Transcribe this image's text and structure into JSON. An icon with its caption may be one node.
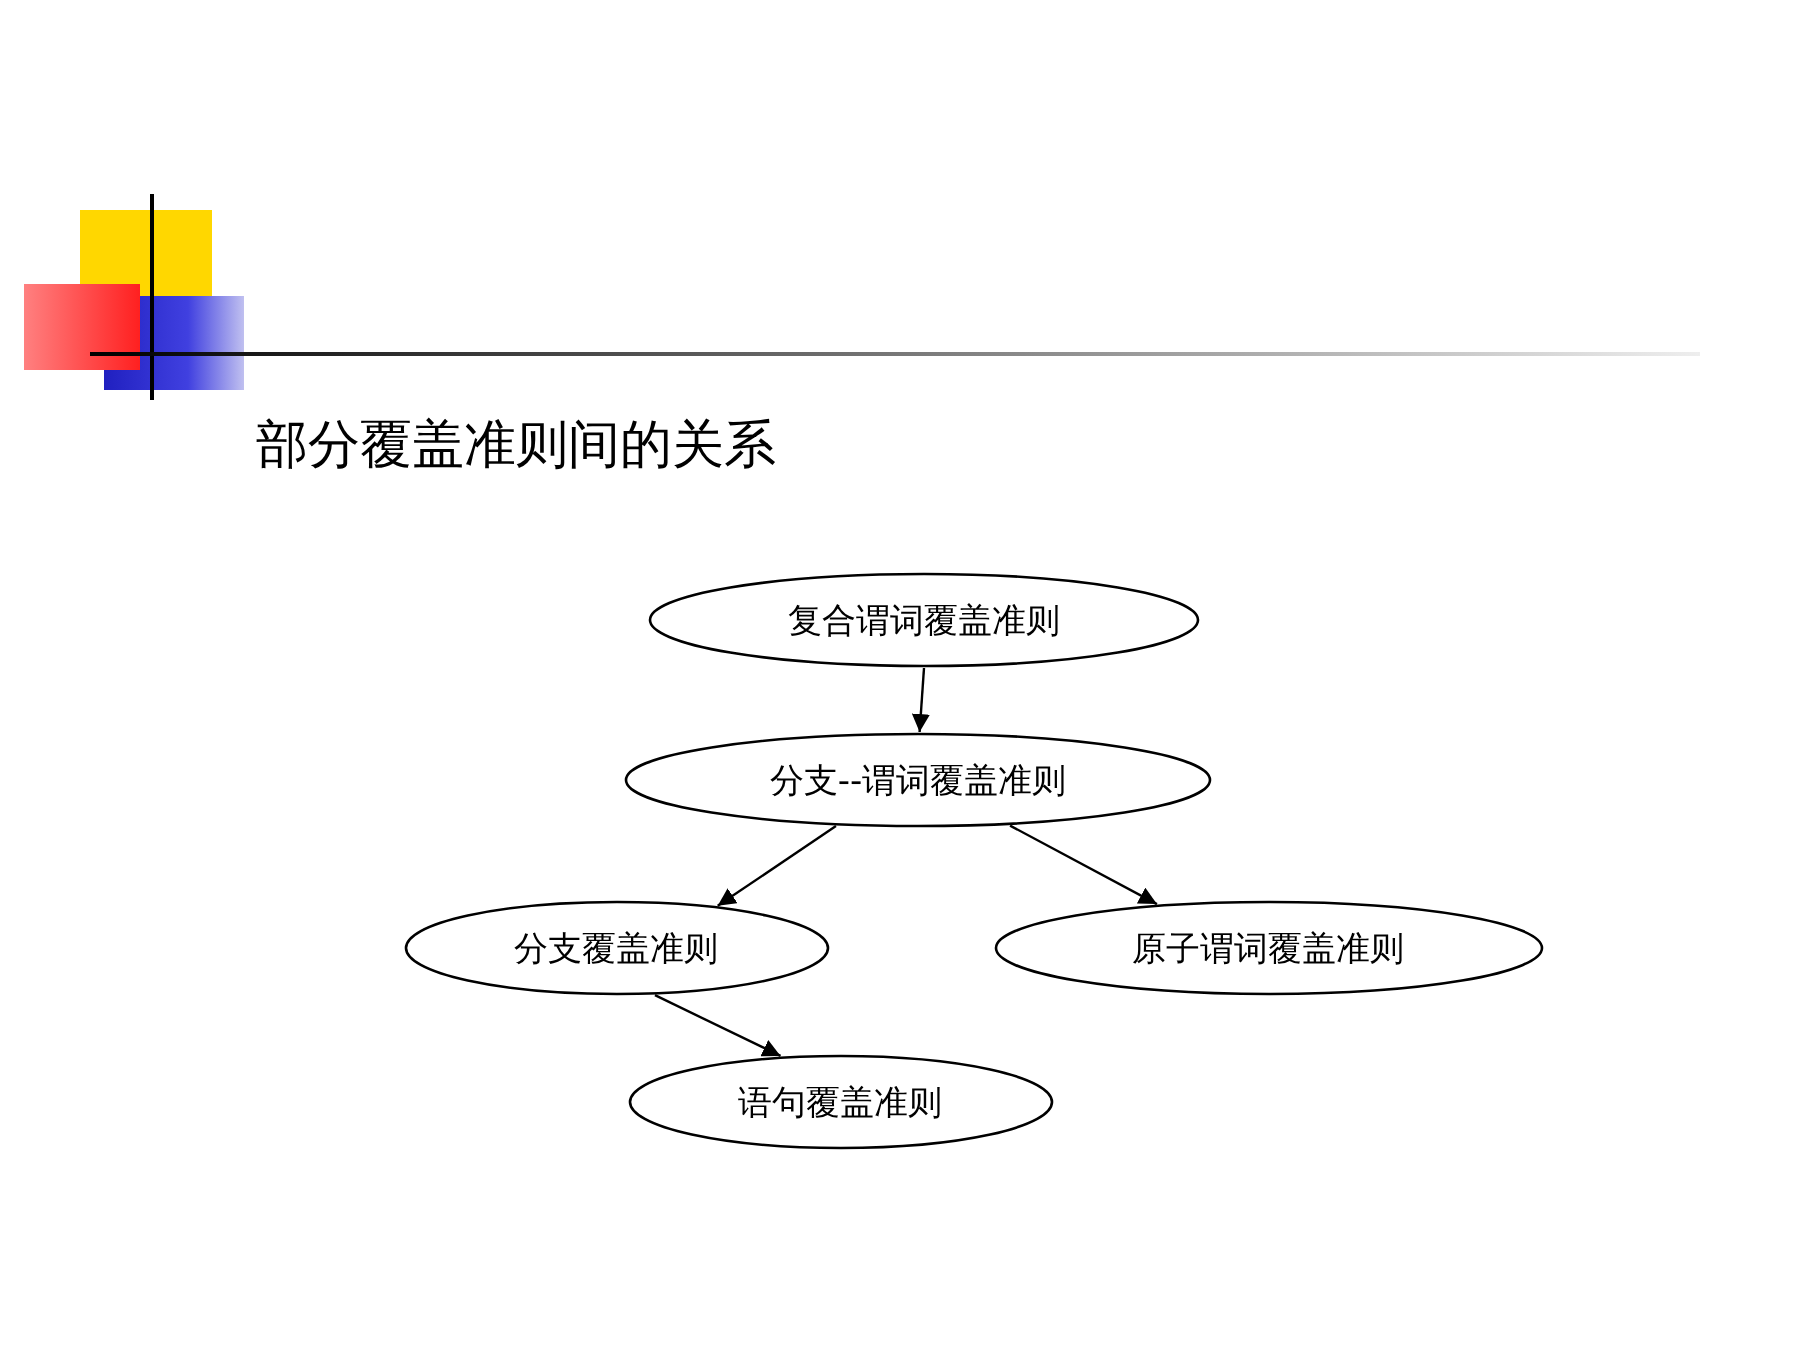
{
  "diagram": {
    "title": "部分覆盖准则间的关系",
    "nodes": [
      {
        "text": [
          "复合谓词覆盖准则"
        ]
      },
      {
        "text": [
          "分支--谓词覆盖准则"
        ]
      },
      {
        "text": [
          "分支覆盖准则"
        ]
      },
      {
        "text": [
          "原子谓词覆盖准则"
        ]
      },
      {
        "text": [
          "语句覆盖准则"
        ]
      }
    ],
    "edges": [
      {
        "from": 0,
        "to": 1,
        "arrow": "to"
      },
      {
        "from": 1,
        "to": 2,
        "arrow": "to"
      },
      {
        "from": 1,
        "to": 3,
        "arrow": "to"
      },
      {
        "from": 2,
        "to": 4,
        "arrow": "to"
      }
    ]
  }
}
